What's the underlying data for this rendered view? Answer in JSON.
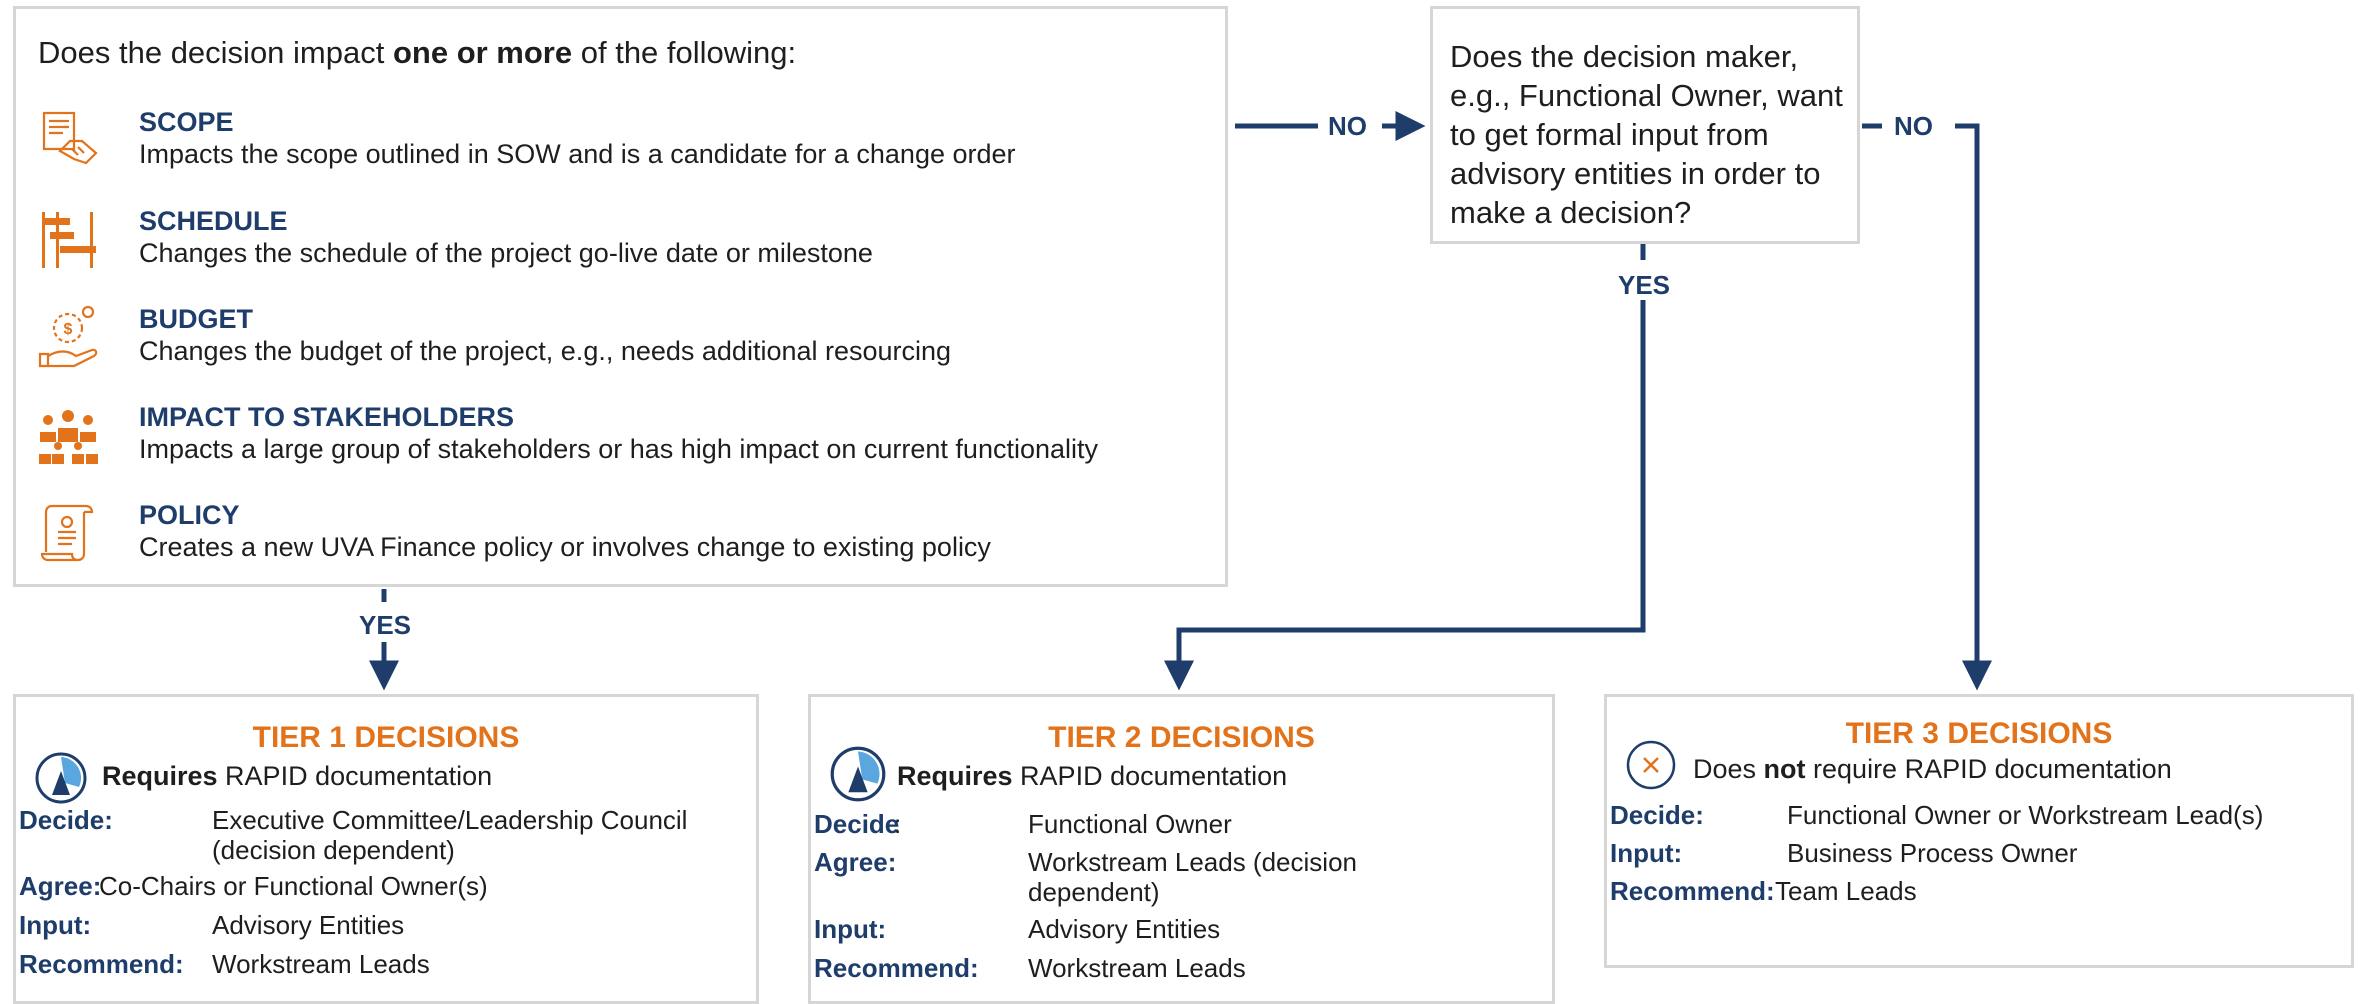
{
  "criteria": {
    "question_pre": "Does the decision impact ",
    "question_bold": "one or more",
    "question_post": " of the following:",
    "items": [
      {
        "title": "SCOPE",
        "desc": "Impacts the scope outlined in SOW and is a candidate for a change order",
        "icon": "scope-document-handshake-icon"
      },
      {
        "title": "SCHEDULE",
        "desc": "Changes the schedule of the project go-live date or milestone",
        "icon": "schedule-gantt-icon"
      },
      {
        "title": "BUDGET",
        "desc": "Changes the budget of the project, e.g., needs additional resourcing",
        "icon": "budget-money-hand-icon"
      },
      {
        "title": "IMPACT TO STAKEHOLDERS",
        "desc": "Impacts a large group of stakeholders or has high impact on current functionality",
        "icon": "stakeholders-group-icon"
      },
      {
        "title": "POLICY",
        "desc": "Creates a new UVA Finance policy or involves change to existing policy",
        "icon": "policy-scroll-icon"
      }
    ]
  },
  "question": {
    "text": "Does the decision maker, e.g., Functional Owner, want to get formal input from advisory entities in order to make a decision?"
  },
  "labels": {
    "no_1": "NO",
    "no_2": "NO",
    "yes_1": "YES",
    "yes_2": "YES"
  },
  "tiers": [
    {
      "title": "TIER 1 DECISIONS",
      "req_bold": "Requires",
      "req_rest": " RAPID documentation",
      "icon": "rapid-logo-icon",
      "decide_key": "Decide:",
      "decide_val_1": "Executive Committee/Leadership Council",
      "decide_val_2": "(decision dependent)",
      "agree_key": "Agree:",
      "agree_val": " Co-Chairs or Functional Owner(s)",
      "input_key": "Input:",
      "input_val": "Advisory Entities",
      "recommend_key": "Recommend:",
      "recommend_val": "Workstream Leads"
    },
    {
      "title": "TIER 2 DECISIONS",
      "req_bold": "Requires",
      "req_rest": " RAPID documentation",
      "icon": "rapid-logo-icon",
      "decide_key": "Decide",
      "decide_colon": ":",
      "decide_val": "Functional Owner",
      "agree_key": "Agree:",
      "agree_val_1": "Workstream Leads (decision",
      "agree_val_2": "dependent)",
      "input_key": "Input:",
      "input_val": "Advisory Entities",
      "recommend_key": "Recommend:",
      "recommend_val": "Workstream Leads"
    },
    {
      "title": "TIER 3 DECISIONS",
      "req_pre": "Does ",
      "req_bold": "not",
      "req_rest": " require RAPID documentation",
      "icon": "x-circle-icon",
      "decide_key": "Decide:",
      "decide_val": "Functional Owner or Workstream Lead(s)",
      "input_key": "Input:",
      "input_val": "Business Process Owner",
      "recommend_key": "Recommend:",
      "recommend_val": " Team Leads"
    }
  ],
  "colors": {
    "navy": "#1f3d6b",
    "orange": "#e2731b",
    "border": "#d6d6d6",
    "light_blue": "#5aa7e0"
  }
}
